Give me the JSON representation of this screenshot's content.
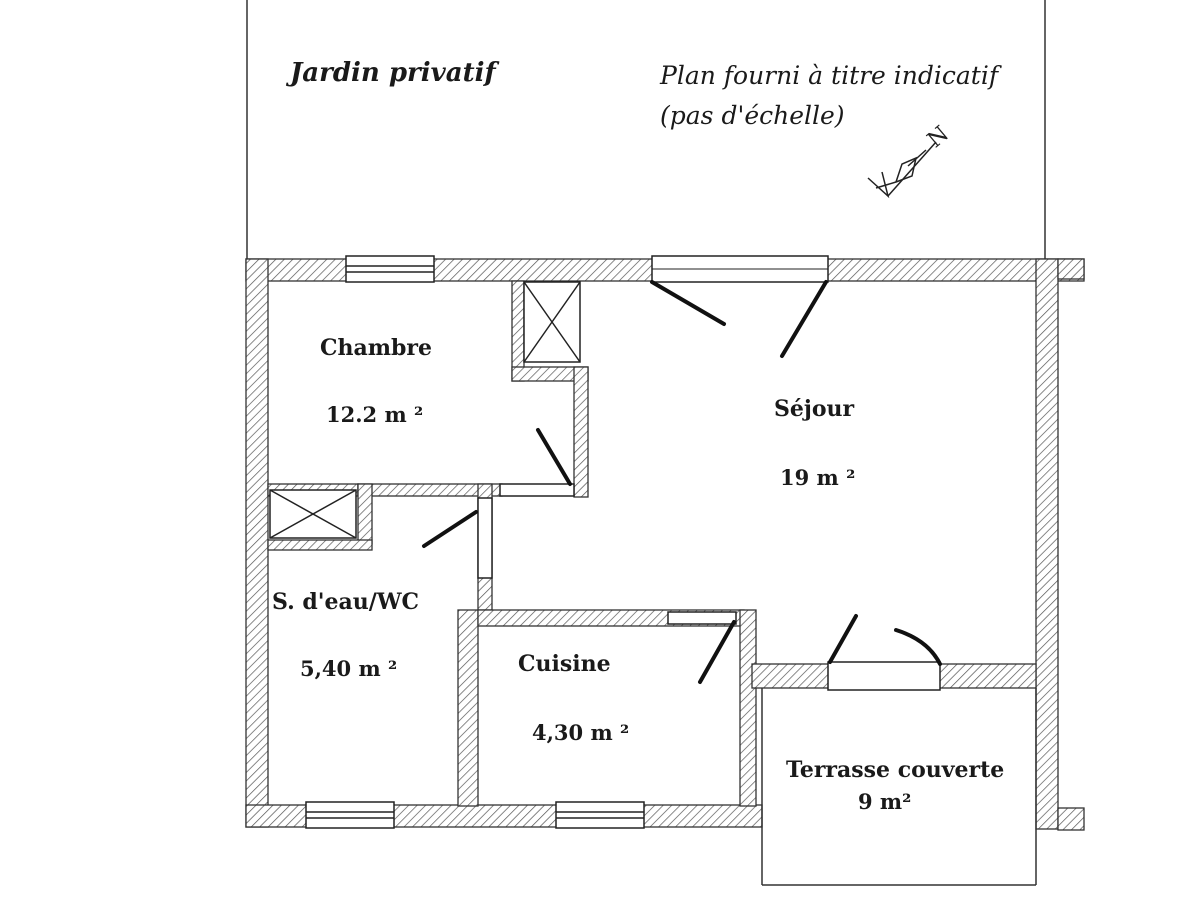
{
  "notes": {
    "garden": "Jardin privatif",
    "disclaimer_line1": "Plan fourni à titre indicatif",
    "disclaimer_line2": "(pas d'échelle)",
    "north": "N"
  },
  "rooms": [
    {
      "id": "chambre",
      "name": "Chambre",
      "area": "12.2 m ²"
    },
    {
      "id": "sejour",
      "name": "Séjour",
      "area": "19 m ²"
    },
    {
      "id": "salle-eau",
      "name": "S. d'eau/WC",
      "area": "5,40 m ²"
    },
    {
      "id": "cuisine",
      "name": "Cuisine",
      "area": "4,30 m ²"
    },
    {
      "id": "terrasse",
      "name": "Terrasse couverte",
      "area": "9 m²"
    }
  ]
}
